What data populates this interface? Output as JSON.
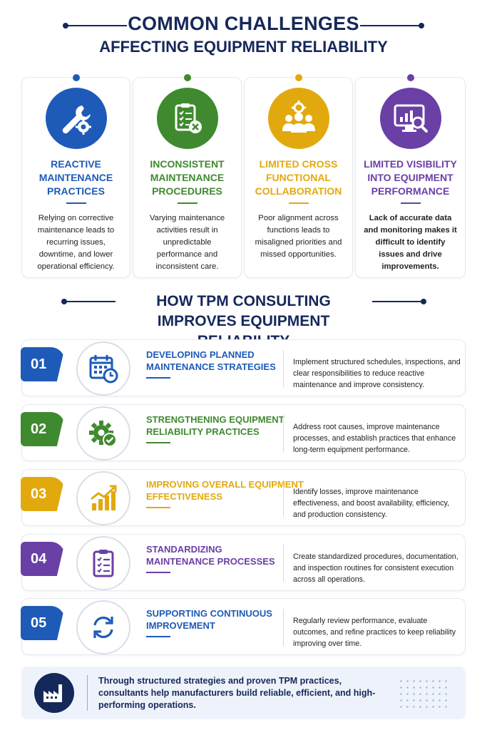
{
  "header": {
    "title_line1": "COMMON CHALLENGES",
    "title_line2": "AFFECTING EQUIPMENT RELIABILITY"
  },
  "challenges": [
    {
      "title": "REACTIVE MAINTENANCE PRACTICES",
      "description": "Relying on corrective maintenance leads to recurring issues, downtime, and lower operational efficiency.",
      "color": "#1e5bb8",
      "icon": "wrench-gear-icon"
    },
    {
      "title": "INCONSISTENT MAINTENANCE PROCEDURES",
      "description": "Varying maintenance activities result in unpredictable performance and inconsistent care.",
      "color": "#3f8a2f",
      "icon": "clipboard-x-icon"
    },
    {
      "title": "LIMITED CROSS FUNCTIONAL COLLABORATION",
      "description": "Poor alignment across functions leads to misaligned priorities and missed opportunities.",
      "color": "#e2a90f",
      "icon": "team-gear-icon"
    },
    {
      "title": "LIMITED VISIBILITY INTO EQUIPMENT PERFORMANCE",
      "description": "Lack of accurate data and monitoring makes it difficult to identify issues and drive improvements.",
      "color": "#6a3fa6",
      "icon": "monitor-search-icon"
    }
  ],
  "improvements": {
    "title": "HOW TPM CONSULTING IMPROVES EQUIPMENT RELIABILITY",
    "items": [
      {
        "number": "01",
        "title": "DEVELOPING PLANNED MAINTENANCE STRATEGIES",
        "description": "Implement structured schedules, inspections, and clear responsibilities to reduce reactive maintenance and improve consistency.",
        "color": "#1e5bb8",
        "icon": "calendar-clock-icon"
      },
      {
        "number": "02",
        "title": "STRENGTHENING EQUIPMENT RELIABILITY PRACTICES",
        "description": "Address root causes, improve maintenance processes, and establish practices that enhance long-term equipment performance.",
        "color": "#3f8a2f",
        "icon": "gear-check-icon"
      },
      {
        "number": "03",
        "title": "IMPROVING OVERALL EQUIPMENT EFFECTIVENESS",
        "description": "Identify losses, improve maintenance effectiveness, and boost availability, efficiency, and production consistency.",
        "color": "#e2a90f",
        "icon": "growth-chart-icon"
      },
      {
        "number": "04",
        "title": "STANDARDIZING MAINTENANCE PROCESSES",
        "description": "Create standardized procedures, documentation, and inspection routines for consistent execution across all operations.",
        "color": "#6a3fa6",
        "icon": "checklist-icon"
      },
      {
        "number": "05",
        "title": "SUPPORTING CONTINUOUS IMPROVEMENT",
        "description": "Regularly review performance, evaluate outcomes, and refine practices to keep reliability improving over time.",
        "color": "#1e5bb8",
        "icon": "cycle-arrows-icon"
      }
    ]
  },
  "footer": {
    "text": "Through structured strategies and proven TPM practices, consultants help manufacturers build reliable, efficient, and high-performing operations.",
    "icon": "factory-icon"
  }
}
